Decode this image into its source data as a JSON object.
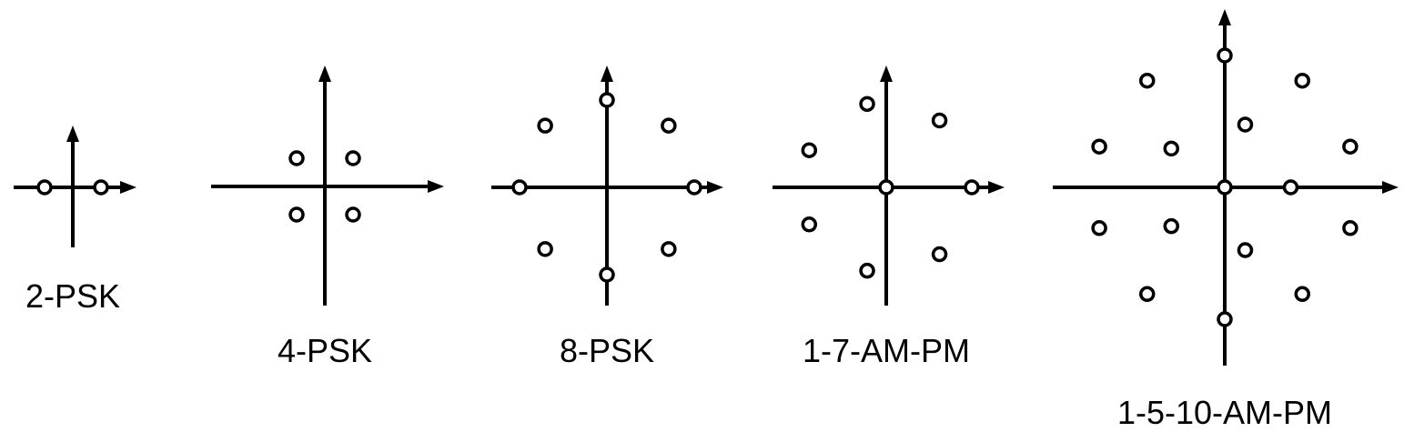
{
  "diagrams": [
    {
      "id": "2-psk",
      "label": "2-PSK",
      "points": [
        [
          -0.5,
          0
        ],
        [
          0.5,
          0
        ]
      ]
    },
    {
      "id": "4-psk",
      "label": "4-PSK",
      "points": [
        [
          -0.5,
          0.5
        ],
        [
          0.5,
          0.5
        ],
        [
          -0.5,
          -0.5
        ],
        [
          0.5,
          -0.5
        ]
      ]
    },
    {
      "id": "8-psk",
      "label": "8-PSK",
      "points": [
        [
          0,
          1
        ],
        [
          0.707,
          0.707
        ],
        [
          1,
          0
        ],
        [
          0.707,
          -0.707
        ],
        [
          0,
          -1
        ],
        [
          -0.707,
          -0.707
        ],
        [
          -1,
          0
        ],
        [
          -0.707,
          0.707
        ]
      ]
    },
    {
      "id": "1-7-am-pm",
      "label": "1-7-AM-PM",
      "points": [
        [
          0,
          0
        ],
        [
          1,
          0
        ],
        [
          0.623,
          0.782
        ],
        [
          -0.223,
          0.975
        ],
        [
          -0.901,
          0.434
        ],
        [
          -0.901,
          -0.434
        ],
        [
          -0.223,
          -0.975
        ],
        [
          0.623,
          -0.782
        ]
      ]
    },
    {
      "id": "1-5-10-am-pm",
      "label": "1-5-10-AM-PM",
      "points": [
        [
          0,
          0
        ],
        [
          0.5,
          0
        ],
        [
          0.155,
          0.476
        ],
        [
          -0.405,
          0.294
        ],
        [
          -0.405,
          -0.294
        ],
        [
          0.155,
          -0.476
        ],
        [
          0,
          1
        ],
        [
          0.588,
          0.809
        ],
        [
          0.951,
          0.309
        ],
        [
          0.951,
          -0.309
        ],
        [
          0.588,
          -0.809
        ],
        [
          0,
          -1
        ],
        [
          -0.588,
          -0.809
        ],
        [
          -0.951,
          -0.309
        ],
        [
          -0.951,
          0.309
        ],
        [
          -0.588,
          0.809
        ]
      ]
    }
  ]
}
